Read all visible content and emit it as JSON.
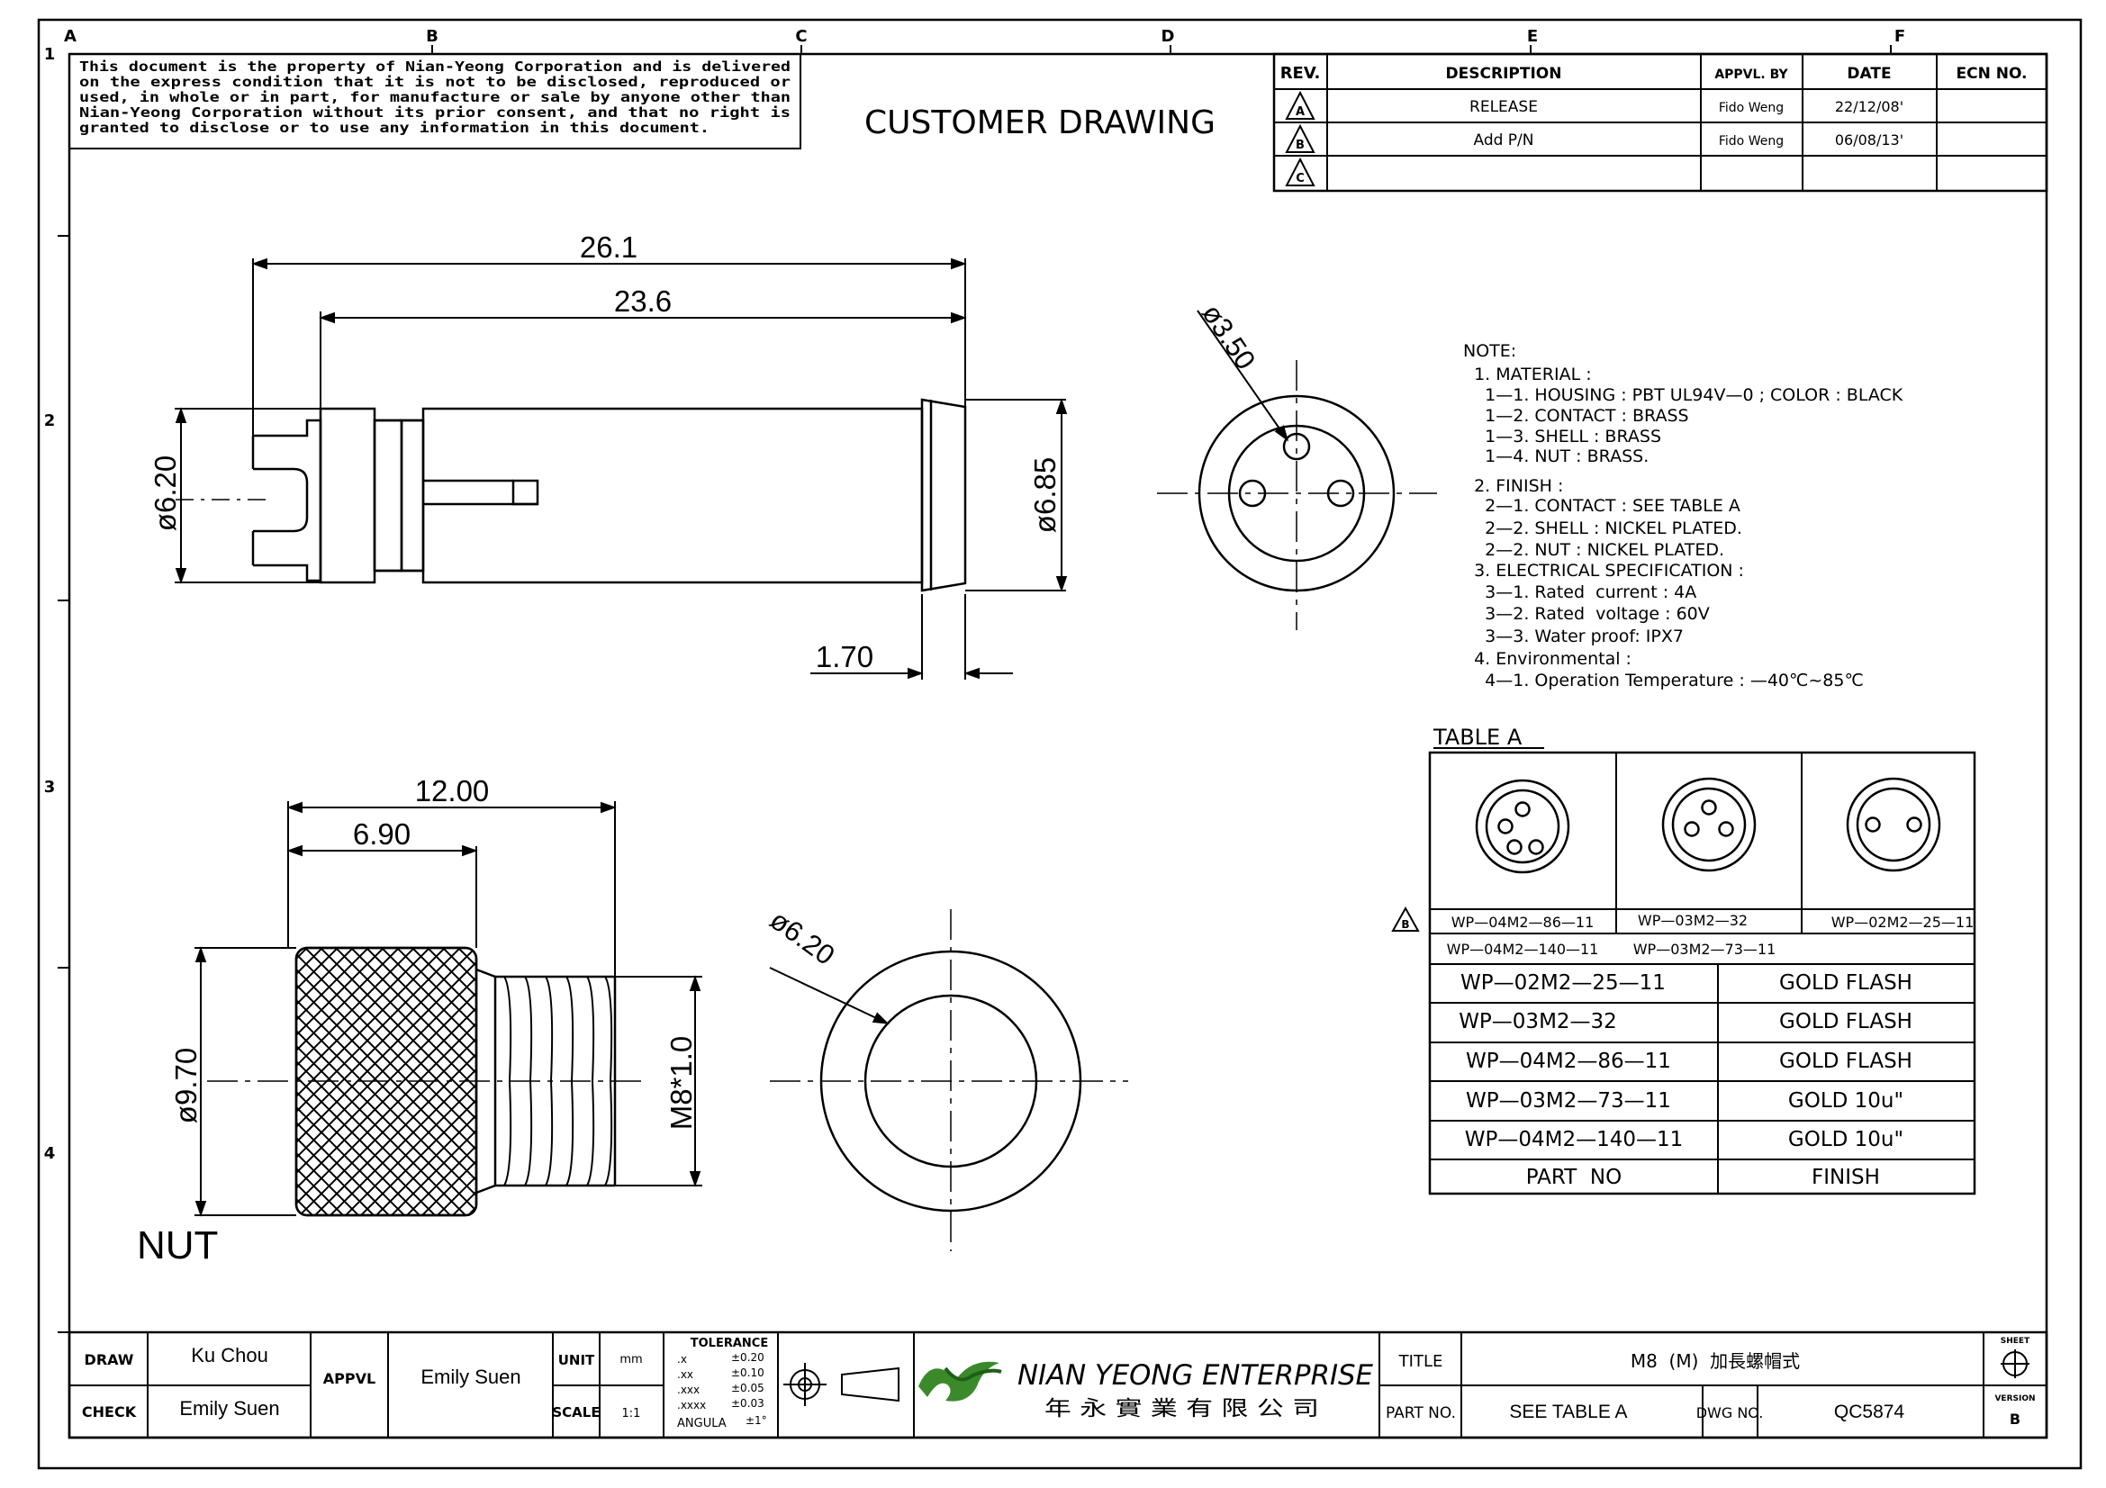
{
  "frame": {
    "columns": [
      "A",
      "B",
      "C",
      "D",
      "E",
      "F"
    ],
    "rows": [
      "1",
      "2",
      "3",
      "4"
    ]
  },
  "notice": [
    "This document is the property of Nian-Yeong Corporation and is delivered",
    "on  the  express condition that it is not to be disclosed, reproduced or",
    "used, in whole or in part, for manufacture or sale by anyone other than",
    "Nian-Yeong Corporation without  its prior consent, and that  no right  is",
    "granted to disclose or to use any information in this  document."
  ],
  "drawing_title": "CUSTOMER  DRAWING",
  "revision_table": {
    "headers": {
      "rev": "REV.",
      "desc": "DESCRIPTION",
      "appvl": "APPVL. BY",
      "date": "DATE",
      "ecn": "ECN NO."
    },
    "rows": [
      {
        "rev": "A",
        "desc": "RELEASE",
        "appvl": "Fido Weng",
        "date": "22/12/08'",
        "ecn": ""
      },
      {
        "rev": "B",
        "desc": "Add P/N",
        "appvl": "Fido Weng",
        "date": "06/08/13'",
        "ecn": ""
      },
      {
        "rev": "C",
        "desc": "",
        "appvl": "",
        "date": "",
        "ecn": ""
      }
    ]
  },
  "dimensions": {
    "overall_length": "26.1",
    "body_length": "23.6",
    "body_dia": "ø6.20",
    "flange_dia": "ø6.85",
    "flange_thk": "1.70",
    "pin_circle": "ø3.50",
    "nut_length": "12.00",
    "knurl_length": "6.90",
    "nut_dia": "ø9.70",
    "thread": "M8*1.0",
    "bore_dia": "ø6.20",
    "nut_label": "NUT"
  },
  "notes": [
    "NOTE:",
    "  1. MATERIAL :",
    "    1—1. HOUSING : PBT UL94V—0 ; COLOR : BLACK",
    "    1—2. CONTACT : BRASS",
    "    1—3. SHELL : BRASS",
    "    1—4. NUT : BRASS.",
    "  2. FINISH :",
    "    2—1. CONTACT : SEE TABLE A",
    "    2—2. SHELL : NICKEL PLATED.",
    "    2—2. NUT : NICKEL PLATED.",
    "  3. ELECTRICAL SPECIFICATION :",
    "    3—1. Rated  current : 4A",
    "    3—2. Rated  voltage : 60V",
    "    3—3. Water proof: IPX7",
    "  4. Environmental :",
    "    4—1. Operation Temperature : —40℃~85℃"
  ],
  "table_a": {
    "title": "TABLE A",
    "rev_mark": "B",
    "config_labels": [
      [
        "WP—04M2—86—11",
        "WP—04M2—140—11"
      ],
      [
        "WP—03M2—32",
        "WP—03M2—73—11"
      ],
      [
        "WP—02M2—25—11"
      ]
    ],
    "rows": [
      {
        "part": "WP—02M2—25—11",
        "finish": "GOLD FLASH"
      },
      {
        "part": "WP—03M2—32",
        "finish": "GOLD FLASH"
      },
      {
        "part": "WP—04M2—86—11",
        "finish": "GOLD FLASH"
      },
      {
        "part": "WP—03M2—73—11",
        "finish": "GOLD  10u\""
      },
      {
        "part": "WP—04M2—140—11",
        "finish": "GOLD  10u\""
      }
    ],
    "footer": {
      "part": "PART  NO",
      "finish": "FINISH"
    }
  },
  "title_block": {
    "draw_label": "DRAW",
    "draw_value": "Ku Chou",
    "check_label": "CHECK",
    "check_value": "Emily Suen",
    "appvl_label": "APPVL",
    "appvl_value": "Emily Suen",
    "unit_label": "UNIT",
    "unit_value": "mm",
    "scale_label": "SCALE",
    "scale_value": "1:1",
    "tolerance_title": "TOLERANCE",
    "tolerances": [
      {
        "k": ".x",
        "v": "±0.20"
      },
      {
        "k": ".xx",
        "v": "±0.10"
      },
      {
        "k": ".xxx",
        "v": "±0.05"
      },
      {
        "k": ".xxxx",
        "v": "±0.03"
      },
      {
        "k": "ANGULA",
        "v": "±1°"
      }
    ],
    "company": "NIAN YEONG ENTERPRISE",
    "company_cn": "年 永 實 業 有 限 公 司",
    "title_label": "TITLE",
    "title_value": "M8  (M)  加長螺帽式",
    "partno_label": "PART NO.",
    "partno_value": "SEE TABLE A",
    "dwgno_label": "DWG NO.",
    "dwgno_value": "QC5874",
    "sheet_label": "SHEET",
    "version_label": "VERSION",
    "version_value": "B"
  }
}
